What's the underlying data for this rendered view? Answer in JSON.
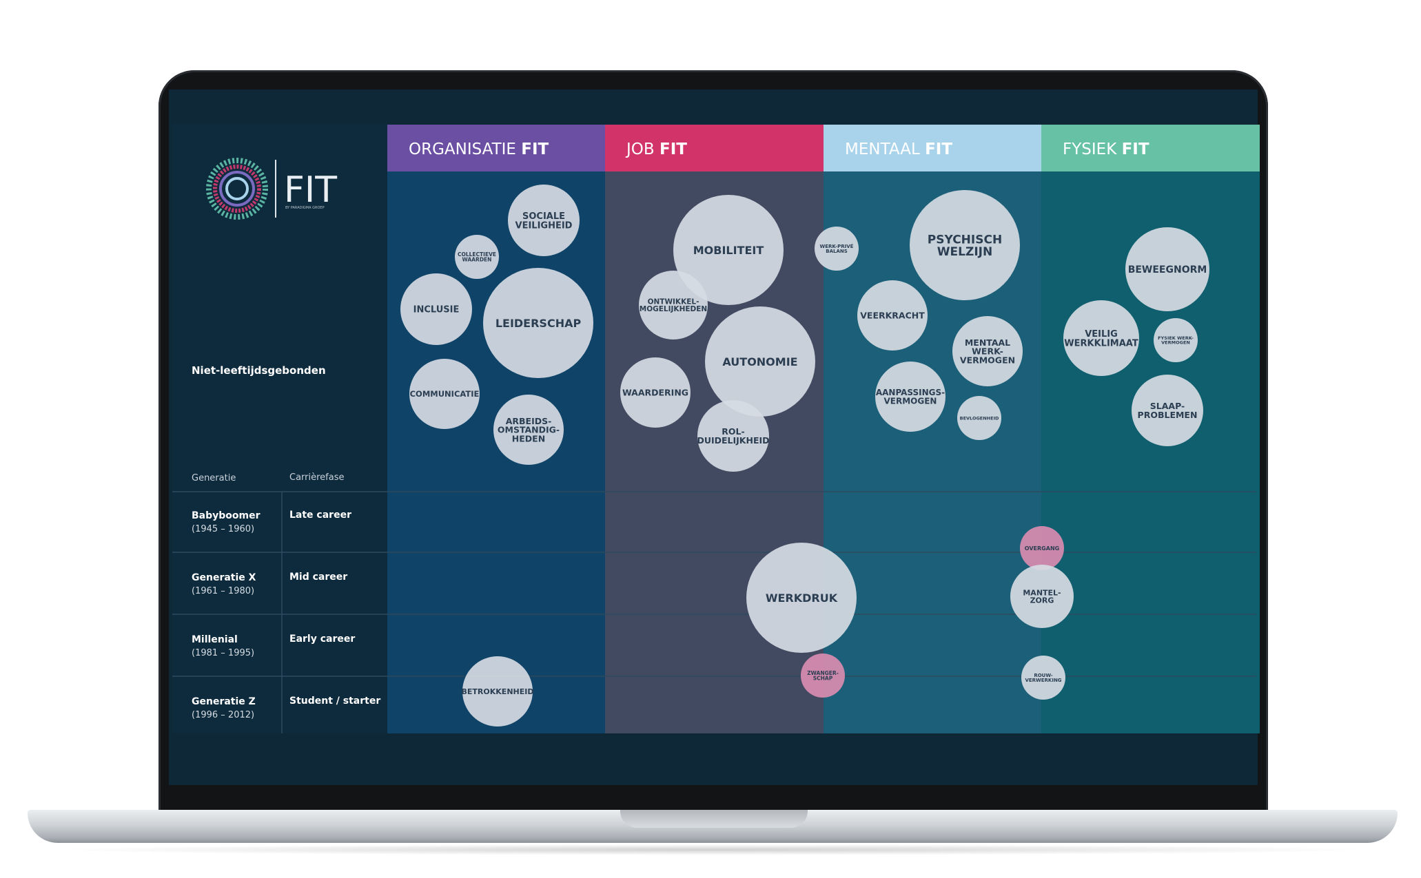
{
  "logo": {
    "wordmark": "FIT",
    "tagline": "BY PARADIGMA GROEP"
  },
  "left_panel": {
    "row_label": "Niet-leeftijdsgebonden",
    "col_headers": [
      "Generatie",
      "Carrièrefase"
    ],
    "rows": [
      {
        "generation": "Babyboomer",
        "years": "(1945 – 1960)",
        "career": "Late career"
      },
      {
        "generation": "Generatie X",
        "years": "(1961 – 1980)",
        "career": "Mid career"
      },
      {
        "generation": "Millenial",
        "years": "(1981 – 1995)",
        "career": "Early career"
      },
      {
        "generation": "Generatie Z",
        "years": "(1996 – 2012)",
        "career": "Student / starter"
      }
    ]
  },
  "columns": [
    {
      "id": "organisatie",
      "prefix": "ORGANISATIE ",
      "bold": "FIT",
      "header_color": "#6b4fa3",
      "bg_color": "#0f4368"
    },
    {
      "id": "job",
      "prefix": "JOB ",
      "bold": "FIT",
      "header_color": "#d23469",
      "bg_color": "#424a62"
    },
    {
      "id": "mentaal",
      "prefix": "MENTAAL ",
      "bold": "FIT",
      "header_color": "#a9d3ea",
      "bg_color": "#1c5f78"
    },
    {
      "id": "fysiek",
      "prefix": "FYSIEK ",
      "bold": "FIT",
      "header_color": "#67c1a4",
      "bg_color": "#0f5f6e"
    }
  ],
  "bubbles": [
    {
      "id": "sociale-veiligheid",
      "lines": [
        "SOCIALE",
        "VEILIGHEID"
      ],
      "col": "organisatie",
      "row": "niet-leeftijdsgebonden",
      "tone": "grey"
    },
    {
      "id": "collectieve-waarden",
      "lines": [
        "COLLECTIEVE",
        "WAARDEN"
      ],
      "col": "organisatie",
      "row": "niet-leeftijdsgebonden",
      "tone": "grey"
    },
    {
      "id": "inclusie",
      "lines": [
        "INCLUSIE"
      ],
      "col": "organisatie",
      "row": "niet-leeftijdsgebonden",
      "tone": "grey"
    },
    {
      "id": "leiderschap",
      "lines": [
        "LEIDERSCHAP"
      ],
      "col": "organisatie",
      "row": "niet-leeftijdsgebonden",
      "tone": "grey"
    },
    {
      "id": "communicatie",
      "lines": [
        "COMMUNICATIE"
      ],
      "col": "organisatie",
      "row": "niet-leeftijdsgebonden",
      "tone": "grey"
    },
    {
      "id": "arbeidsomstandigheden",
      "lines": [
        "ARBEIDS-",
        "OMSTANDIG-",
        "HEDEN"
      ],
      "col": "organisatie",
      "row": "niet-leeftijdsgebonden",
      "tone": "grey"
    },
    {
      "id": "betrokkenheid",
      "lines": [
        "BETROKKENHEID"
      ],
      "col": "organisatie",
      "row": "Generatie Z",
      "tone": "grey"
    },
    {
      "id": "mobiliteit",
      "lines": [
        "MOBILITEIT"
      ],
      "col": "job",
      "row": "niet-leeftijdsgebonden",
      "tone": "grey"
    },
    {
      "id": "ontwikkelmogelijkheden",
      "lines": [
        "ONTWIKKEL-",
        "MOGELIJKHEDEN"
      ],
      "col": "job",
      "row": "niet-leeftijdsgebonden",
      "tone": "grey"
    },
    {
      "id": "autonomie",
      "lines": [
        "AUTONOMIE"
      ],
      "col": "job",
      "row": "niet-leeftijdsgebonden",
      "tone": "grey"
    },
    {
      "id": "waardering",
      "lines": [
        "WAARDERING"
      ],
      "col": "job",
      "row": "niet-leeftijdsgebonden",
      "tone": "grey"
    },
    {
      "id": "rolduidelijkheid",
      "lines": [
        "ROL-",
        "DUIDELIJKHEID"
      ],
      "col": "job",
      "row": "niet-leeftijdsgebonden",
      "tone": "grey"
    },
    {
      "id": "werkdruk",
      "lines": [
        "WERKDRUK"
      ],
      "col": "job",
      "row": "Generatie X / Millenial",
      "tone": "grey"
    },
    {
      "id": "zwangerschap",
      "lines": [
        "ZWANGER-",
        "SCHAP"
      ],
      "col": "job",
      "row": "Millenial / Generatie Z",
      "tone": "pink"
    },
    {
      "id": "werk-prive-balans",
      "lines": [
        "WERK-PRIVÉ",
        "BALANS"
      ],
      "col": "mentaal",
      "row": "niet-leeftijdsgebonden",
      "tone": "grey"
    },
    {
      "id": "psychisch-welzijn",
      "lines": [
        "PSYCHISCH",
        "WELZIJN"
      ],
      "col": "mentaal",
      "row": "niet-leeftijdsgebonden",
      "tone": "grey"
    },
    {
      "id": "veerkracht",
      "lines": [
        "VEERKRACHT"
      ],
      "col": "mentaal",
      "row": "niet-leeftijdsgebonden",
      "tone": "grey"
    },
    {
      "id": "mentaal-werkvermogen",
      "lines": [
        "MENTAAL",
        "WERK-",
        "VERMOGEN"
      ],
      "col": "mentaal",
      "row": "niet-leeftijdsgebonden",
      "tone": "grey"
    },
    {
      "id": "aanpassingsvermogen",
      "lines": [
        "AANPASSINGS-",
        "VERMOGEN"
      ],
      "col": "mentaal",
      "row": "niet-leeftijdsgebonden",
      "tone": "grey"
    },
    {
      "id": "bevlogenheid",
      "lines": [
        "BEVLOGENHEID"
      ],
      "col": "mentaal",
      "row": "niet-leeftijdsgebonden",
      "tone": "grey"
    },
    {
      "id": "overgang",
      "lines": [
        "OVERGANG"
      ],
      "col": "mentaal",
      "row": "Babyboomer / Generatie X",
      "tone": "pink"
    },
    {
      "id": "mantelzorg",
      "lines": [
        "MANTEL-",
        "ZORG"
      ],
      "col": "mentaal",
      "row": "Generatie X",
      "tone": "grey"
    },
    {
      "id": "rouwverwerking",
      "lines": [
        "ROUW-",
        "VERWERKING"
      ],
      "col": "mentaal",
      "row": "Generatie Z",
      "tone": "grey"
    },
    {
      "id": "beweegnorm",
      "lines": [
        "BEWEEGNORM"
      ],
      "col": "fysiek",
      "row": "niet-leeftijdsgebonden",
      "tone": "grey"
    },
    {
      "id": "veilig-werkklimaat",
      "lines": [
        "VEILIG",
        "WERKKLIMAAT"
      ],
      "col": "fysiek",
      "row": "niet-leeftijdsgebonden",
      "tone": "grey"
    },
    {
      "id": "fysiek-werkvermogen",
      "lines": [
        "FYSIEK WERK-",
        "VERMOGEN"
      ],
      "col": "fysiek",
      "row": "niet-leeftijdsgebonden",
      "tone": "grey"
    },
    {
      "id": "slaapproblemen",
      "lines": [
        "SLAAP-",
        "PROBLEMEN"
      ],
      "col": "fysiek",
      "row": "niet-leeftijdsgebonden",
      "tone": "grey"
    }
  ],
  "colors": {
    "left_panel": "#0e2a3d",
    "bubble_grey": "#d6dbe3",
    "bubble_pink": "#d98cb0",
    "bubble_text": "#2c3e52"
  }
}
